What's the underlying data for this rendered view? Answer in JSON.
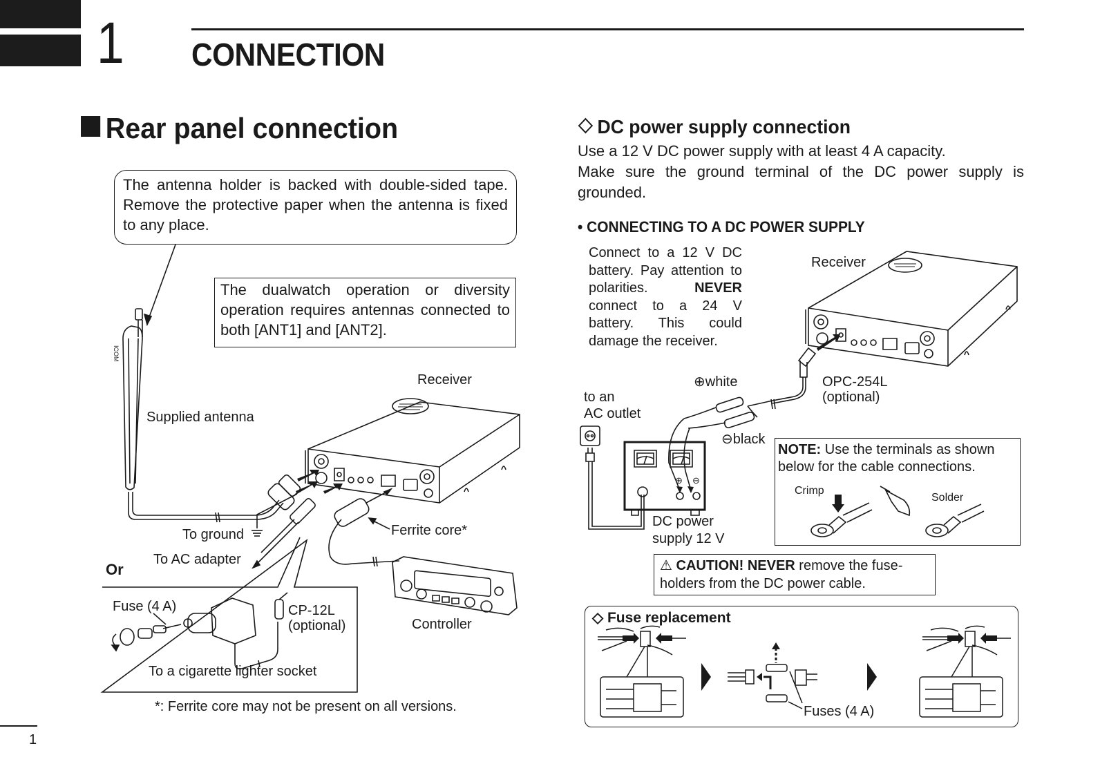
{
  "header": {
    "chapter_number": "1",
    "chapter_title": "CONNECTION"
  },
  "left": {
    "section_marker_icon": "filled-square",
    "section_title": "Rear panel connection",
    "callout_antenna_holder": "The antenna holder is backed with double-sided tape. Remove the protective paper when the antenna is fixed to any place.",
    "callout_dualwatch": "The dualwatch operation or diversity operation requires antennas connected to both [ANT1] and [ANT2].",
    "antenna_brand": "ICOM",
    "labels": {
      "receiver": "Receiver",
      "supplied_antenna": "Supplied antenna",
      "to_ground": "To ground",
      "to_ac_adapter": "To AC adapter",
      "ferrite_core": "Ferrite core*",
      "controller": "Controller",
      "or": "Or",
      "fuse": "Fuse (4 A)",
      "cp12l": "CP-12L",
      "cp12l_optional": "(optional)",
      "cigarette_socket": "To a cigarette lighter socket"
    },
    "footnote": "*: Ferrite core may not be present on all versions."
  },
  "right": {
    "section_marker_icon": "diamond-outline",
    "section_title": "DC power supply connection",
    "body": [
      "Use a 12 V DC power supply with at least 4 A capacity.",
      "Make sure the ground terminal of the DC power supply is grounded."
    ],
    "subsection_title": "• CONNECTING TO A DC POWER SUPPLY",
    "battery_warning": {
      "before": "Connect to a 12 V DC battery. Pay attention to polarities. ",
      "emphasis": "NEVER",
      "after": " connect to a 24 V battery. This could damage the receiver."
    },
    "labels": {
      "receiver": "Receiver",
      "white": "⊕white",
      "black": "⊖black",
      "opc254l": "OPC-254L",
      "opc254l_optional": "(optional)",
      "to_an": "to an",
      "ac_outlet": "AC outlet",
      "dc_power": "DC power",
      "supply_12v": "supply 12 V",
      "plus_terminal": "⊕",
      "minus_terminal": "⊖"
    },
    "note": {
      "label": "NOTE:",
      "text": " Use the terminals as shown below for the cable connections.",
      "crimp": "Crimp",
      "solder": "Solder"
    },
    "caution": {
      "icon": "warning-triangle",
      "label": "CAUTION! NEVER",
      "text": " remove the fuse-holders from the DC power cable."
    },
    "fuse_replacement": {
      "title": "◇ Fuse replacement",
      "fuses_label": "Fuses (4 A)"
    }
  },
  "footer": {
    "page_number": "1"
  }
}
